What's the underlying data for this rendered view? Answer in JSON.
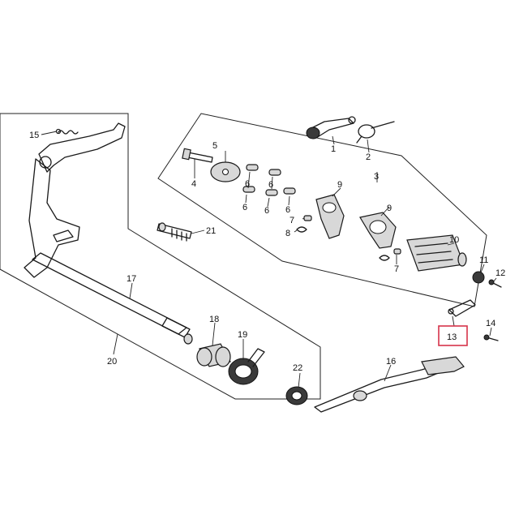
{
  "colors": {
    "line": "#1a1a1a",
    "highlight": "#d6334a",
    "background": "#ffffff"
  },
  "highlighted_part": "13",
  "labels": {
    "p1": "1",
    "p2": "2",
    "p3": "3",
    "p4": "4",
    "p5": "5",
    "p6a": "6",
    "p6b": "6",
    "p6c": "6",
    "p6d": "6",
    "p7a": "7",
    "p7b": "7",
    "p8": "8",
    "p9a": "9",
    "p9b": "9",
    "p10": "10",
    "p11": "11",
    "p12": "12",
    "p13": "13",
    "p14": "14",
    "p15": "15",
    "p16": "16",
    "p17": "17",
    "p18": "18",
    "p19": "19",
    "p20": "20",
    "p21": "21",
    "p22": "22"
  }
}
